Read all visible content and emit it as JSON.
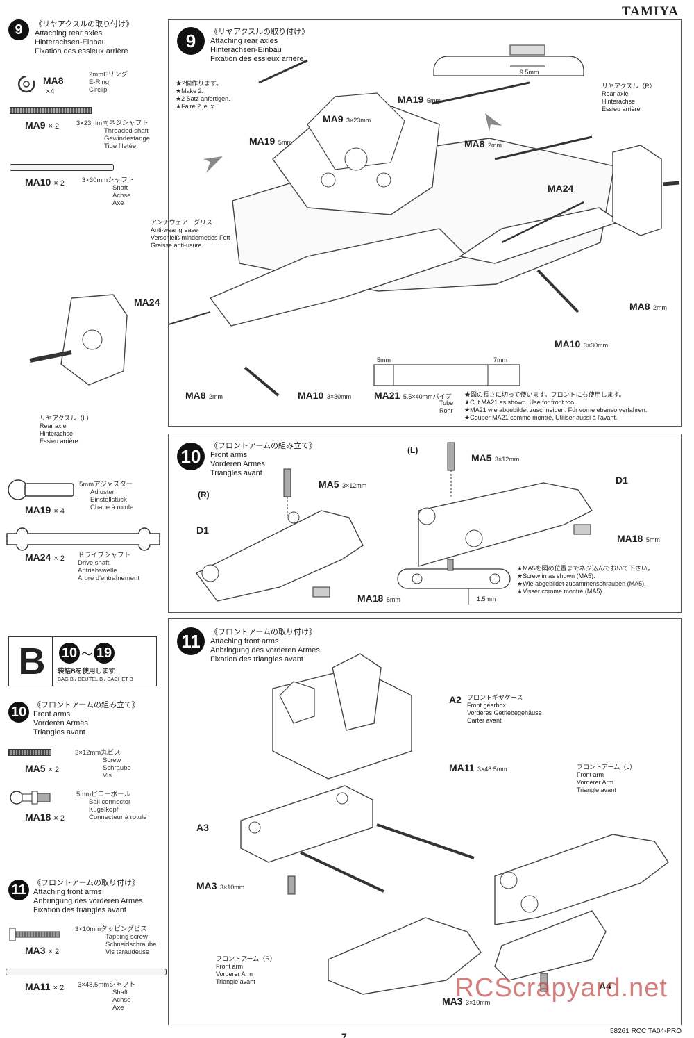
{
  "header": {
    "brand": "TAMIYA"
  },
  "left": {
    "step9": {
      "num": "9",
      "jp": "《リヤアクスルの取り付け》",
      "en": "Attaching rear axles",
      "de": "Hinterachsen-Einbau",
      "fr": "Fixation des essieux arrière"
    },
    "parts_a": [
      {
        "code": "MA8",
        "qty": "×4",
        "desc": [
          "2mmEリング",
          "E-Ring",
          "Circlip"
        ]
      },
      {
        "code": "MA9",
        "qty": "× 2",
        "desc": [
          "3×23mm両ネジシャフト",
          "Threaded shaft",
          "Gewindestange",
          "Tige filetée"
        ]
      },
      {
        "code": "MA10",
        "qty": "× 2",
        "desc": [
          "3×30mmシャフト",
          "Shaft",
          "Achse",
          "Axe"
        ]
      },
      {
        "code": "MA19",
        "qty": "× 4",
        "desc": [
          "5mmアジャスター",
          "Adjuster",
          "Einstellstück",
          "Chape à rotule"
        ]
      },
      {
        "code": "MA24",
        "qty": "× 2",
        "desc": [
          "ドライブシャフト",
          "Drive shaft",
          "Antriebswelle",
          "Arbre d'entraînement"
        ]
      }
    ],
    "bag": {
      "letter": "B",
      "range_a": "10",
      "tilde": "〜",
      "range_b": "19",
      "jp": "袋詰Bを使用します",
      "multi": "BAG B / BEUTEL B / SACHET B"
    },
    "step10": {
      "num": "10",
      "jp": "《フロントアームの組み立て》",
      "en": "Front arms",
      "de": "Vorderen Armes",
      "fr": "Triangles avant"
    },
    "parts_b": [
      {
        "code": "MA5",
        "qty": "× 2",
        "desc": [
          "3×12mm丸ビス",
          "Screw",
          "Schraube",
          "Vis"
        ]
      },
      {
        "code": "MA18",
        "qty": "× 2",
        "desc": [
          "5mmピローボール",
          "Ball connector",
          "Kugelkopf",
          "Connecteur à rotule"
        ]
      }
    ],
    "step11": {
      "num": "11",
      "jp": "《フロントアームの取り付け》",
      "en": "Attaching front arms",
      "de": "Anbringung des vorderen Armes",
      "fr": "Fixation des triangles avant"
    },
    "parts_c": [
      {
        "code": "MA3",
        "qty": "× 2",
        "desc": [
          "3×10mmタッピングビス",
          "Tapping screw",
          "Schneidschraube",
          "Vis taraudeuse"
        ]
      },
      {
        "code": "MA11",
        "qty": "× 2",
        "desc": [
          "3×48.5mmシャフト",
          "Shaft",
          "Achse",
          "Axe"
        ]
      }
    ]
  },
  "panel9": {
    "num": "9",
    "jp": "《リヤアクスルの取り付け》",
    "en": "Attaching rear axles",
    "de": "Hinterachsen-Einbau",
    "fr": "Fixation des essieux arrière",
    "make2": [
      "★2個作ります。",
      "★Make 2.",
      "★2 Satz anfertigen.",
      "★Faire 2 jeux."
    ],
    "dim": "9.5mm",
    "labels": {
      "ma19a": "MA19",
      "ma19a_sz": "5mm",
      "ma9": "MA9",
      "ma9_sz": "3×23mm",
      "ma19b": "MA19",
      "ma19b_sz": "5mm",
      "ma8a": "MA8",
      "ma8a_sz": "2mm",
      "ma24a": "MA24",
      "ma24b": "MA24",
      "ma8b": "MA8",
      "ma8b_sz": "2mm",
      "ma10a": "MA10",
      "ma10a_sz": "3×30mm",
      "ma8c": "MA8",
      "ma8c_sz": "2mm",
      "ma10b": "MA10",
      "ma10b_sz": "3×30mm",
      "ma21": "MA21",
      "ma21_sz": "5.5×40mmパイプ",
      "len5": "5mm",
      "len7": "7mm"
    },
    "axle_r": [
      "リヤアクスル（R）",
      "Rear axle",
      "Hinterachse",
      "Essieu arrière"
    ],
    "axle_l": [
      "リヤアクスル（L）",
      "Rear axle",
      "Hinterachse",
      "Essieu arrière"
    ],
    "grease": [
      "アンチウェアーグリス",
      "Anti-wear grease",
      "Verschleiß mindernedes Fett",
      "Graisse anti-usure"
    ],
    "tube": [
      "Tube",
      "Rohr"
    ],
    "note": [
      "★図の長さに切って使います。フロントにも使用します。",
      "★Cut MA21 as shown. Use for front too.",
      "★MA21 wie abgebildet zuschneiden. Für vorne ebenso verfahren.",
      "★Couper MA21 comme montré. Utiliser aussi à l'avant."
    ]
  },
  "panel10": {
    "num": "10",
    "jp": "《フロントアームの組み立て》",
    "en": "Front arms",
    "de": "Vorderen Armes",
    "fr": "Triangles avant",
    "r": "(R)",
    "l": "(L)",
    "d1a": "D1",
    "d1b": "D1",
    "ma5a": "MA5",
    "ma5a_sz": "3×12mm",
    "ma5b": "MA5",
    "ma5b_sz": "3×12mm",
    "ma18a": "MA18",
    "ma18a_sz": "5mm",
    "ma18b": "MA18",
    "ma18b_sz": "5mm",
    "gap": "1.5mm",
    "note": [
      "★MA5を図の位置までネジ込んでおいて下さい。",
      "★Screw in as shown (MA5).",
      "★Wie abgebildet zusammenschrauben (MA5).",
      "★Visser comme montré (MA5)."
    ]
  },
  "panel11": {
    "num": "11",
    "jp": "《フロントアームの取り付け》",
    "en": "Attaching front arms",
    "de": "Anbringung des vorderen Armes",
    "fr": "Fixation des triangles avant",
    "a2": "A2",
    "a2_desc": [
      "フロントギヤケース",
      "Front gearbox",
      "Vorderes Getriebegehäuse",
      "Carter avant"
    ],
    "ma11": "MA11",
    "ma11_sz": "3×48.5mm",
    "arm_l": [
      "フロントアーム（L）",
      "Front arm",
      "Vorderer Arm",
      "Triangle avant"
    ],
    "arm_r": [
      "フロントアーム（R）",
      "Front arm",
      "Vorderer Arm",
      "Triangle avant"
    ],
    "a3": "A3",
    "a4": "A4",
    "ma3a": "MA3",
    "ma3a_sz": "3×10mm",
    "ma3b": "MA3",
    "ma3b_sz": "3×10mm"
  },
  "footer": {
    "page": "7",
    "code": "58261 RCC TA04-PRO",
    "watermark": "RCScrapyard.net"
  }
}
